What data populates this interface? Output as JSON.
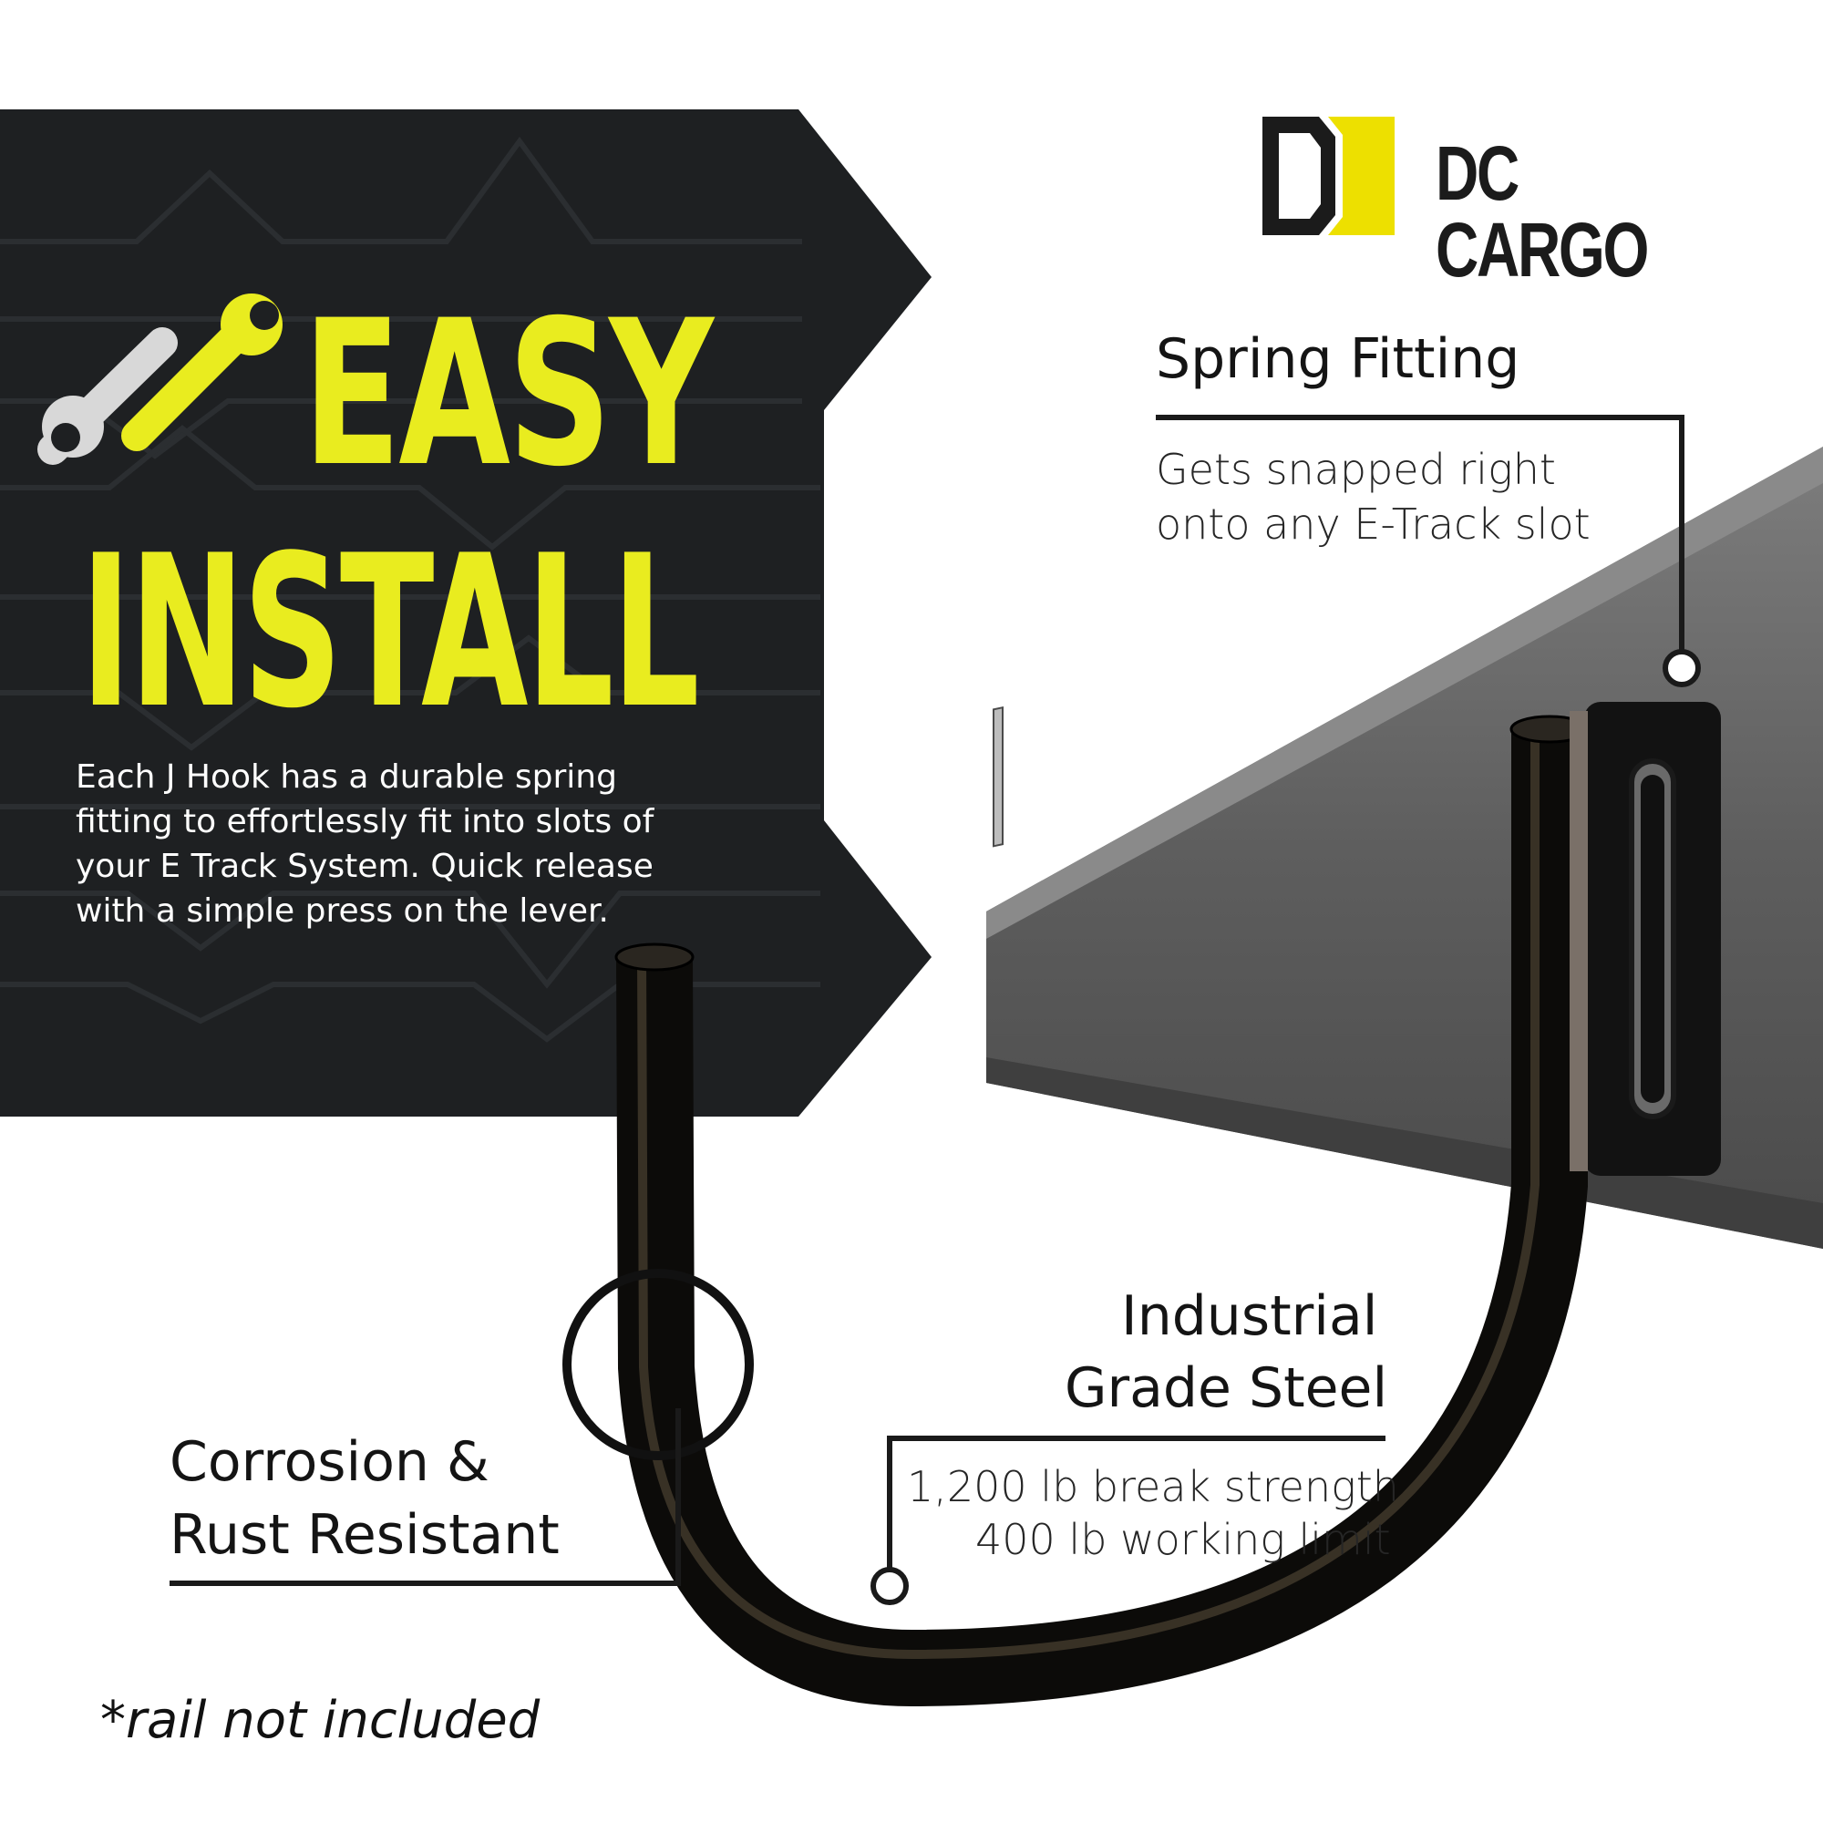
{
  "brand": {
    "name": "DC CARGO"
  },
  "hero": {
    "line1": "EASY",
    "line2": "INSTALL",
    "description": "Each J Hook has a durable spring fitting to effortlessly fit into slots of your E Track System. Quick release with a simple press on the lever."
  },
  "callouts": {
    "spring": {
      "title": "Spring Fitting",
      "line1": "Gets snapped right",
      "line2": "onto any E-Track slot"
    },
    "steel": {
      "title_line1": "Industrial",
      "title_line2": "Grade Steel",
      "line1": "1,200 lb break strength",
      "line2": "400 lb working limit"
    },
    "corrosion": {
      "title_line1": "Corrosion &",
      "title_line2": "Rust Resistant"
    }
  },
  "footnote": "*rail not included",
  "colors": {
    "accent": "#e9ec1f",
    "panel": "#1e2022",
    "text": "#141414"
  },
  "icons": [
    "wrench-icon",
    "brand-logo-icon"
  ]
}
